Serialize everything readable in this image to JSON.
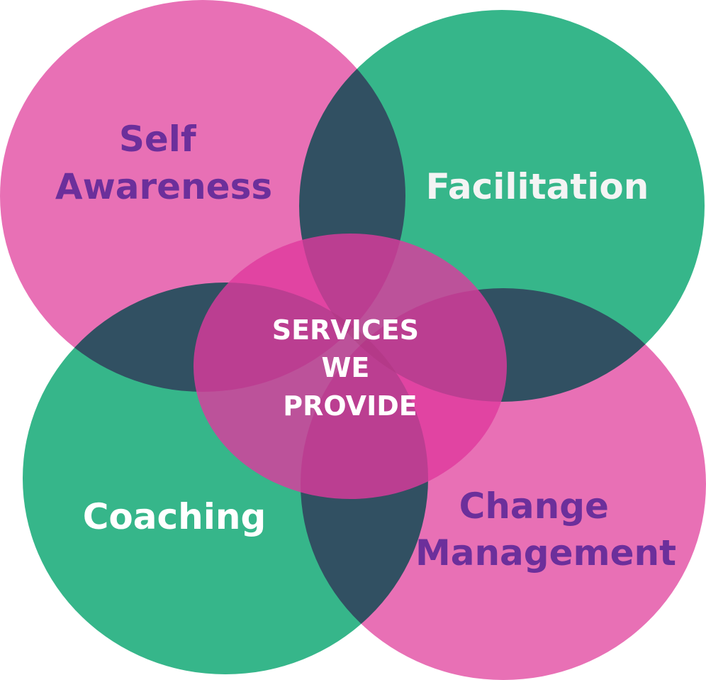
{
  "diagram": {
    "center": {
      "lines": [
        "SERVICES",
        "WE",
        "PROVIDE"
      ],
      "text_color": "#ffffff",
      "fill_color": "#df3a9e"
    },
    "top_left": {
      "lines": [
        "Self",
        "Awareness"
      ],
      "text_color": "#6c2f9b",
      "fill_color": "#e870b5"
    },
    "top_right": {
      "lines": [
        "Facilitation"
      ],
      "text_color": "#f4f4f4",
      "fill_color": "#36b68a"
    },
    "bottom_left": {
      "lines": [
        "Coaching"
      ],
      "text_color": "#ffffff",
      "fill_color": "#36b68a"
    },
    "bottom_right": {
      "lines": [
        "Change",
        "Management"
      ],
      "text_color": "#6c2f9b",
      "fill_color": "#e870b5"
    }
  }
}
